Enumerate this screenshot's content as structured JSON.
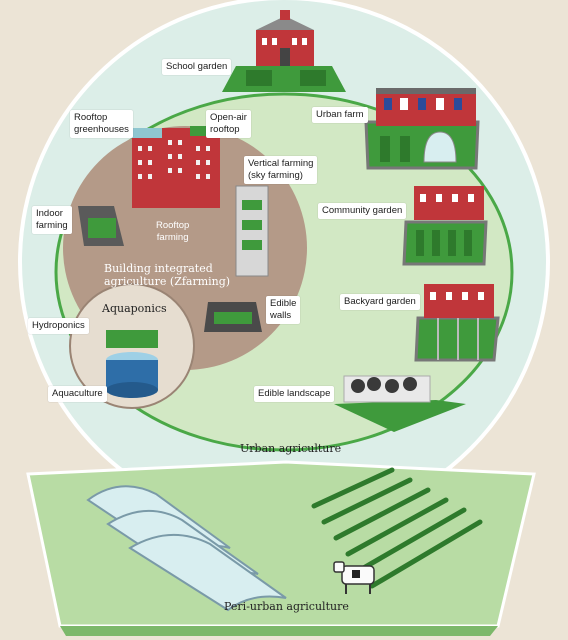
{
  "colors": {
    "background": "#ece4d6",
    "outer_circle": "#dceee8",
    "urban_zone": "#d2e8c4",
    "urban_zone_border": "#4aa847",
    "bia_circle": "#b49a88",
    "aquaponics_circle": "#e6ddd0",
    "peri_urban_ground": "#b8dca4",
    "brick": "#c0363a",
    "grass": "#3f9a3c"
  },
  "labels": {
    "school_garden": "School garden",
    "urban_farm": "Urban farm",
    "community_garden": "Community garden",
    "backyard_garden": "Backyard garden",
    "edible_landscape": "Edible landscape",
    "rooftop_greenhouses": "Rooftop\ngreenhouses",
    "open_air_rooftop": "Open-air\nrooftop",
    "vertical_farming": "Vertical farming\n(sky farming)",
    "indoor_farming": "Indoor\nfarming",
    "rooftop_farming": "Rooftop\nfarming",
    "edible_walls": "Edible\nwalls",
    "hydroponics": "Hydroponics",
    "aquaculture": "Aquaculture",
    "aquaponics": "Aquaponics"
  },
  "zones": {
    "building_integrated": "Building integrated\nagriculture (Zfarming)",
    "urban": "Urban agriculture",
    "peri_urban": "Peri-urban agriculture"
  }
}
